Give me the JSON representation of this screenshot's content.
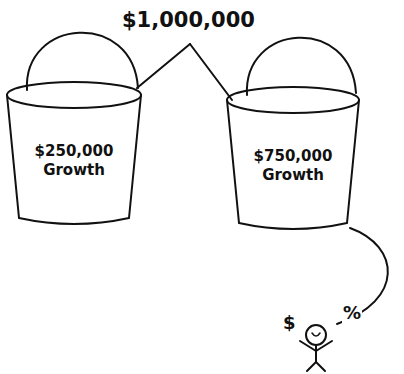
{
  "diagram": {
    "title": "$1,000,000",
    "nodes": [
      {
        "text": [
          "$250,000 Growth"
        ]
      },
      {
        "text": [
          "$750,000 Growth"
        ]
      }
    ],
    "labels": [
      "$",
      "%"
    ]
  }
}
